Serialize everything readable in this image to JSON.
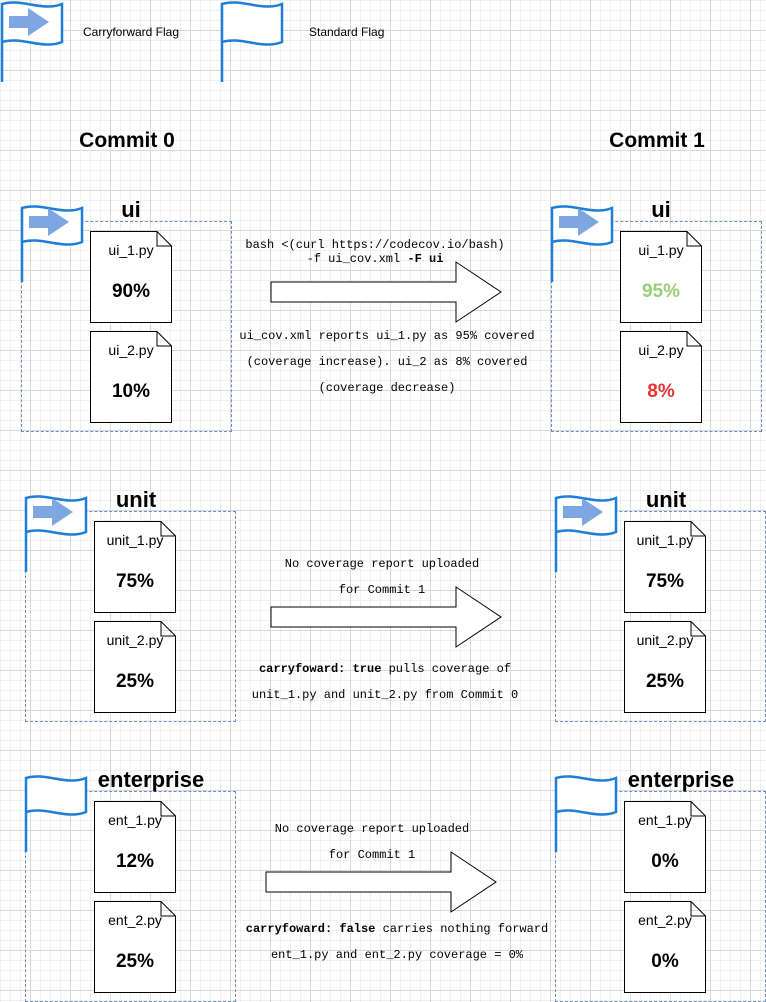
{
  "legend": {
    "carryforward_label": "Carryforward Flag",
    "standard_label": "Standard Flag"
  },
  "columns": {
    "left_title": "Commit 0",
    "right_title": "Commit 1"
  },
  "groups": {
    "ui": {
      "title": "ui",
      "commit0": [
        {
          "file": "ui_1.py",
          "pct": "90%"
        },
        {
          "file": "ui_2.py",
          "pct": "10%"
        }
      ],
      "commit1": [
        {
          "file": "ui_1.py",
          "pct": "95%"
        },
        {
          "file": "ui_2.py",
          "pct": "8%"
        }
      ],
      "command_line1": "bash <(curl https://codecov.io/bash)",
      "command_line2_prefix": "-f ui_cov.xml ",
      "command_line2_bold": "-F ui",
      "note_line1": "ui_cov.xml reports ui_1.py as 95% covered",
      "note_line2": "(coverage increase). ui_2 as 8% covered",
      "note_line3": "(coverage decrease)"
    },
    "unit": {
      "title": "unit",
      "commit0": [
        {
          "file": "unit_1.py",
          "pct": "75%"
        },
        {
          "file": "unit_2.py",
          "pct": "25%"
        }
      ],
      "commit1": [
        {
          "file": "unit_1.py",
          "pct": "75%"
        },
        {
          "file": "unit_2.py",
          "pct": "25%"
        }
      ],
      "top_note_line1": "No coverage report uploaded",
      "top_note_line2": "for Commit 1",
      "bottom_note_bold": "carryfoward: true",
      "bottom_note_rest": " pulls coverage of",
      "bottom_note_line2": "unit_1.py and unit_2.py from Commit 0"
    },
    "enterprise": {
      "title": "enterprise",
      "commit0": [
        {
          "file": "ent_1.py",
          "pct": "12%"
        },
        {
          "file": "ent_2.py",
          "pct": "25%"
        }
      ],
      "commit1": [
        {
          "file": "ent_1.py",
          "pct": "0%"
        },
        {
          "file": "ent_2.py",
          "pct": "0%"
        }
      ],
      "top_note_line1": "No coverage report uploaded",
      "top_note_line2": "for Commit 1",
      "bottom_note_bold": "carryfoward: false",
      "bottom_note_rest": " carries nothing forward",
      "bottom_note_line2": "ent_1.py and ent_2.py coverage = 0%"
    }
  },
  "colors": {
    "flag_stroke": "#1e7ed8",
    "flag_arrow": "#7ea6e0",
    "group_border": "#6c8ebf",
    "increase": "#97d077",
    "decrease": "#ea3232"
  }
}
